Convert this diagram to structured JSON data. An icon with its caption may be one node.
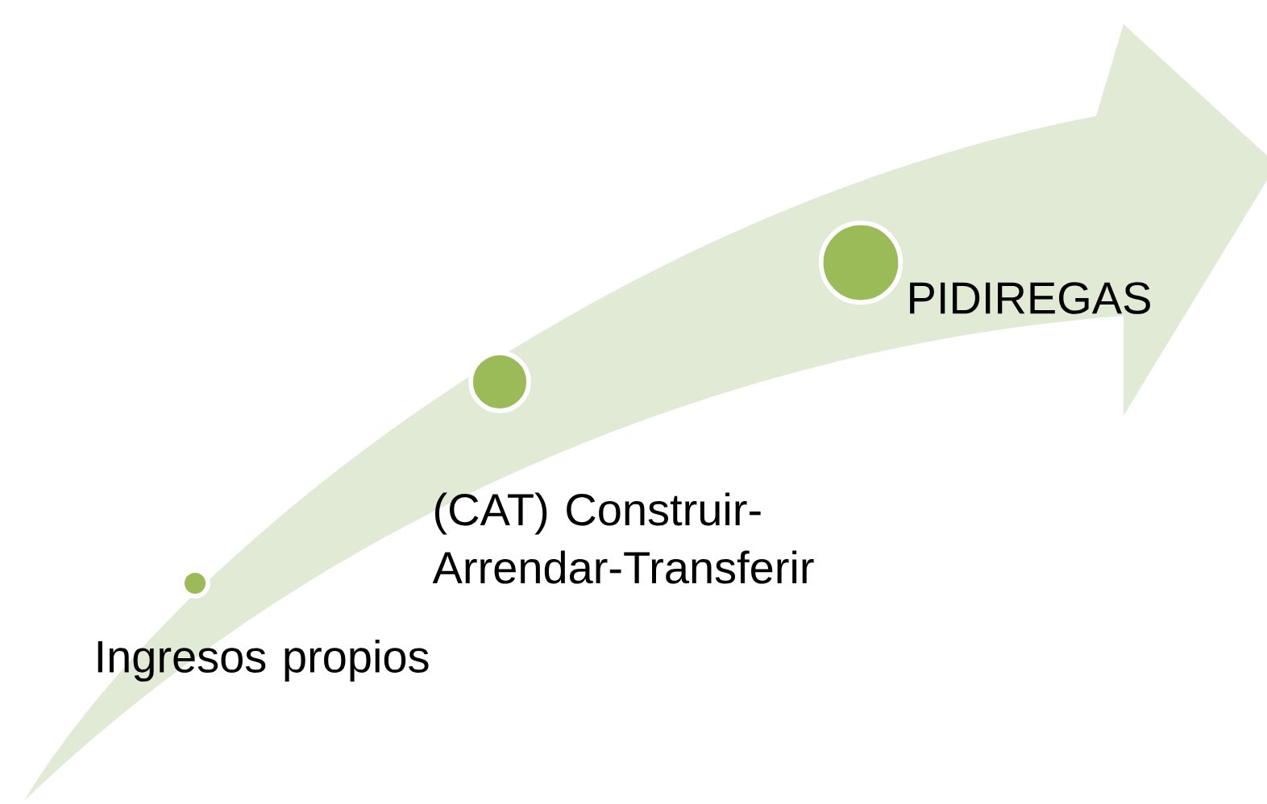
{
  "diagram": {
    "nodes": [
      {
        "text": [],
        "shape": "arrow"
      },
      {
        "text": [],
        "shape": "circle",
        "in": 0,
        "beside": [
          "Ingresos propios"
        ]
      },
      {
        "text": [],
        "shape": "circle",
        "in": 0,
        "beside": [
          "(CAT) Construir-Arrendar-Transferir"
        ]
      },
      {
        "text": [],
        "shape": "circle",
        "in": 0,
        "beside": [
          "PIDIREGAS"
        ]
      }
    ],
    "edges": []
  }
}
